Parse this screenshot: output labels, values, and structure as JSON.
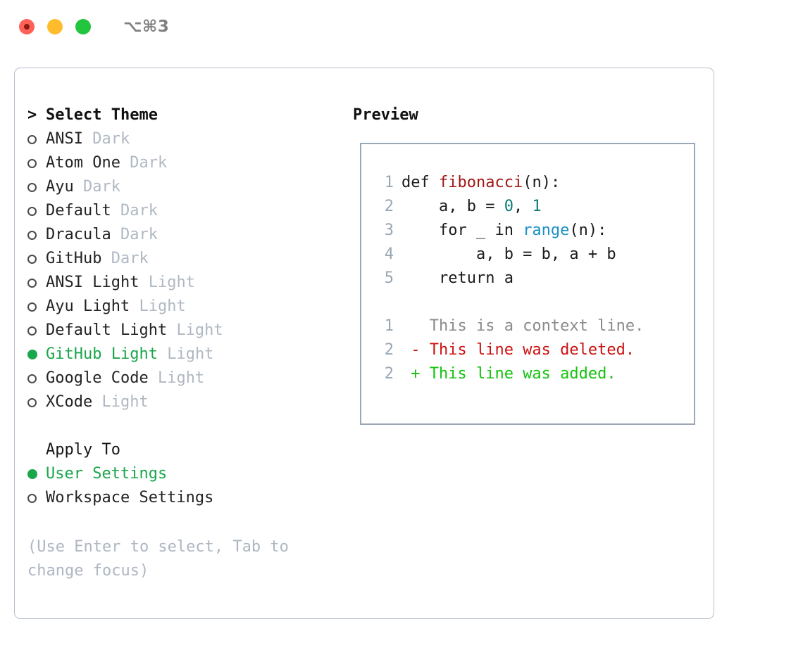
{
  "titlebar": {
    "shortcut": "⌥⌘3",
    "lights": [
      "close-red",
      "minimize-yellow",
      "zoom-green"
    ]
  },
  "theme_picker": {
    "heading_caret": ">",
    "heading": "Select Theme",
    "items": [
      {
        "name": "ANSI",
        "tag": "Dark",
        "selected": false
      },
      {
        "name": "Atom One",
        "tag": "Dark",
        "selected": false
      },
      {
        "name": "Ayu",
        "tag": "Dark",
        "selected": false
      },
      {
        "name": "Default",
        "tag": "Dark",
        "selected": false
      },
      {
        "name": "Dracula",
        "tag": "Dark",
        "selected": false
      },
      {
        "name": "GitHub",
        "tag": "Dark",
        "selected": false
      },
      {
        "name": "ANSI Light",
        "tag": "Light",
        "selected": false
      },
      {
        "name": "Ayu Light",
        "tag": "Light",
        "selected": false
      },
      {
        "name": "Default Light",
        "tag": "Light",
        "selected": false
      },
      {
        "name": "GitHub Light",
        "tag": "Light",
        "selected": true
      },
      {
        "name": "Google Code",
        "tag": "Light",
        "selected": false
      },
      {
        "name": "XCode",
        "tag": "Light",
        "selected": false
      }
    ]
  },
  "apply_to": {
    "label": "Apply To",
    "options": [
      {
        "name": "User Settings",
        "selected": true
      },
      {
        "name": "Workspace Settings",
        "selected": false
      }
    ]
  },
  "hint": "(Use Enter to select, Tab to change focus)",
  "preview": {
    "title": "Preview",
    "code_lines": [
      {
        "num": "1",
        "segments": [
          {
            "text": "def ",
            "kind": "plain"
          },
          {
            "text": "fibonacci",
            "kind": "fn"
          },
          {
            "text": "(n):",
            "kind": "plain"
          }
        ]
      },
      {
        "num": "2",
        "segments": [
          {
            "text": "    a, b = ",
            "kind": "plain"
          },
          {
            "text": "0",
            "kind": "num"
          },
          {
            "text": ", ",
            "kind": "plain"
          },
          {
            "text": "1",
            "kind": "num"
          }
        ]
      },
      {
        "num": "3",
        "segments": [
          {
            "text": "    for _ in ",
            "kind": "plain"
          },
          {
            "text": "range",
            "kind": "builtin"
          },
          {
            "text": "(n):",
            "kind": "plain"
          }
        ]
      },
      {
        "num": "4",
        "segments": [
          {
            "text": "        a, b = b, a + b",
            "kind": "plain"
          }
        ]
      },
      {
        "num": "5",
        "segments": [
          {
            "text": "    return a",
            "kind": "plain"
          }
        ]
      }
    ],
    "diff_lines": [
      {
        "num": "1",
        "marker": " ",
        "text": "This is a context line.",
        "kind": "context"
      },
      {
        "num": "2",
        "marker": "-",
        "text": "This line was deleted.",
        "kind": "deleted"
      },
      {
        "num": "2",
        "marker": "+",
        "text": "This line was added.",
        "kind": "added"
      }
    ]
  },
  "colors": {
    "accent_green": "#1aa64b",
    "tag_gray": "#b0b8c4",
    "border": "#9aa7b4",
    "panel_border": "#b6bfcb",
    "diff_added": "#13c20d",
    "diff_deleted": "#cc1111",
    "syntax_function": "#a31515",
    "syntax_number": "#0b7a78",
    "syntax_builtin": "#1b8fc4"
  }
}
